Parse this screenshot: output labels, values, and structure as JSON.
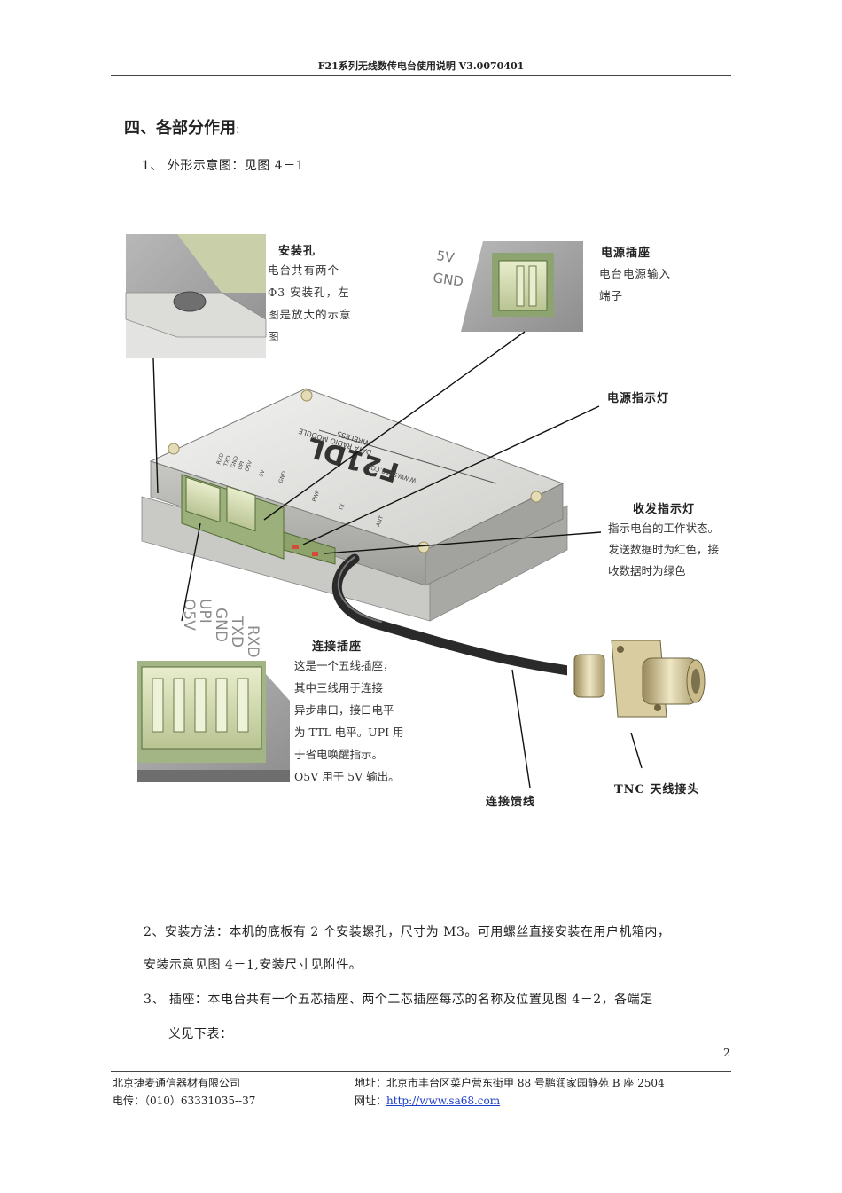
{
  "header": {
    "title": "F21系列无线数传电台使用说明 V3.0070401"
  },
  "section": {
    "title": "四、各部分作用",
    "colon": ":"
  },
  "item1": {
    "text": "1、 外形示意图：见图 4－1"
  },
  "figure": {
    "mount_hole": {
      "title": "安装孔",
      "lines": [
        "电台共有两个",
        "Φ3 安装孔，左",
        "图是放大的示意",
        "图"
      ]
    },
    "power_socket": {
      "title": "电源插座",
      "lines": [
        "电台电源输入",
        "端子"
      ]
    },
    "power_led": {
      "title": "电源指示灯"
    },
    "txrx_led": {
      "title": "收发指示灯",
      "lines": [
        "指示电台的工作状态。",
        "发送数据时为红色，接",
        "收数据时为绿色"
      ]
    },
    "connector": {
      "title": "连接插座",
      "lines": [
        "这是一个五线插座，",
        "其中三线用于连接",
        "异步串口，接口电平",
        "为 TTL 电平。UPI 用",
        "于省电唤醒指示。",
        "O5V 用于 5V 输出。"
      ]
    },
    "feeder": {
      "title": "连接馈线"
    },
    "antenna": {
      "title": "TNC 天线接头"
    },
    "power_pins": [
      "5V",
      "GND"
    ],
    "conn_pins": [
      "RXD",
      "TXD",
      "GND",
      "UPI",
      "O5V"
    ],
    "device_brand": "F21DL",
    "device_lines": [
      "WIRELESS",
      "DATA RADIO MODULE",
      "WWW.SA68.COM"
    ],
    "port_labels": [
      "RXD",
      "TXD",
      "GND",
      "UPI",
      "O5V",
      "5V",
      "GND",
      "PWR",
      "TX",
      "ANT"
    ]
  },
  "item2": {
    "line1": "2、安装方法：本机的底板有 2 个安装螺孔，尺寸为 M3。可用螺丝直接安装在用户机箱内，",
    "line2": "安装示意见图 4－1,安装尺寸见附件。"
  },
  "item3": {
    "line1": "3、 插座：本电台共有一个五芯插座、两个二芯插座每芯的名称及位置见图 4－2，各端定",
    "line2": "义见下表："
  },
  "page_number": "2",
  "footer": {
    "company": "北京捷麦通信器材有限公司",
    "tel": "电传：（010）63331035--37",
    "address": "地址：北京市丰台区菜户营东街甲 88 号鹏润家园静苑 B 座 2504",
    "web_label": "网址：",
    "web_url": "http://www.sa68.com"
  }
}
